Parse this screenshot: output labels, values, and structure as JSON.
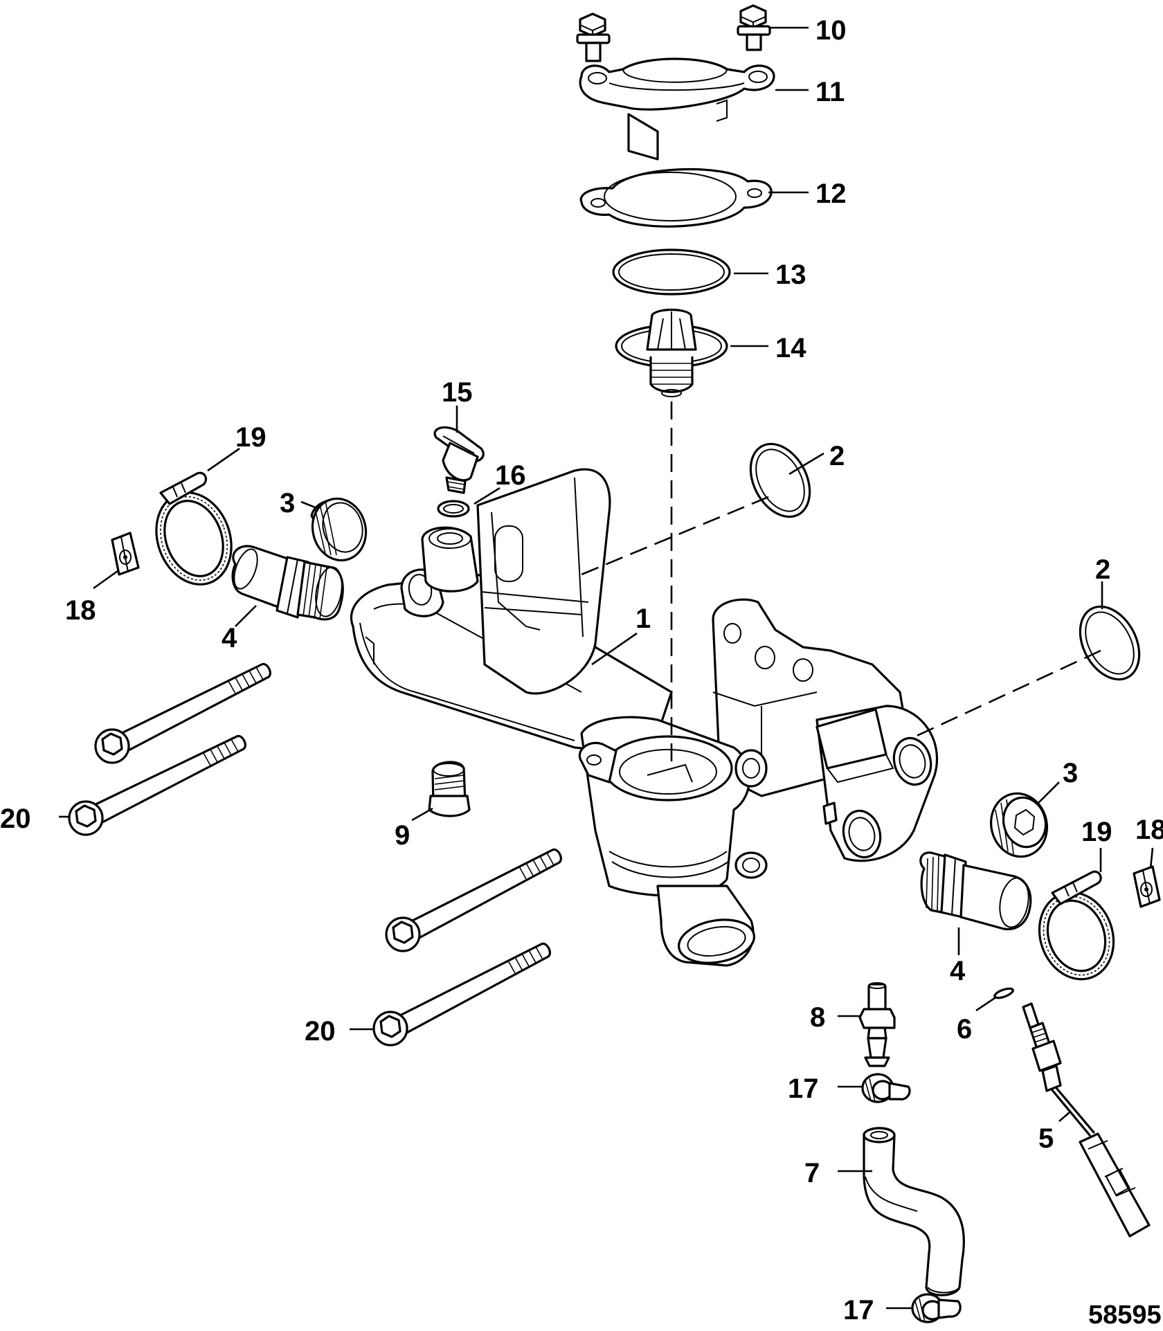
{
  "figure_number": "58595",
  "callouts": [
    {
      "id": "c10",
      "label": "10"
    },
    {
      "id": "c11",
      "label": "11"
    },
    {
      "id": "c12",
      "label": "12"
    },
    {
      "id": "c13",
      "label": "13"
    },
    {
      "id": "c14",
      "label": "14"
    },
    {
      "id": "c15",
      "label": "15"
    },
    {
      "id": "c16",
      "label": "16"
    },
    {
      "id": "c19a",
      "label": "19"
    },
    {
      "id": "c2a",
      "label": "2"
    },
    {
      "id": "c3a",
      "label": "3"
    },
    {
      "id": "c18a",
      "label": "18"
    },
    {
      "id": "c4a",
      "label": "4"
    },
    {
      "id": "c1",
      "label": "1"
    },
    {
      "id": "c2b",
      "label": "2"
    },
    {
      "id": "c20a",
      "label": "20"
    },
    {
      "id": "c9",
      "label": "9"
    },
    {
      "id": "c3b",
      "label": "3"
    },
    {
      "id": "c19b",
      "label": "19"
    },
    {
      "id": "c18b",
      "label": "18"
    },
    {
      "id": "c4b",
      "label": "4"
    },
    {
      "id": "c8",
      "label": "8"
    },
    {
      "id": "c6",
      "label": "6"
    },
    {
      "id": "c20b",
      "label": "20"
    },
    {
      "id": "c17a",
      "label": "17"
    },
    {
      "id": "c5",
      "label": "5"
    },
    {
      "id": "c7",
      "label": "7"
    },
    {
      "id": "c17b",
      "label": "17"
    }
  ]
}
